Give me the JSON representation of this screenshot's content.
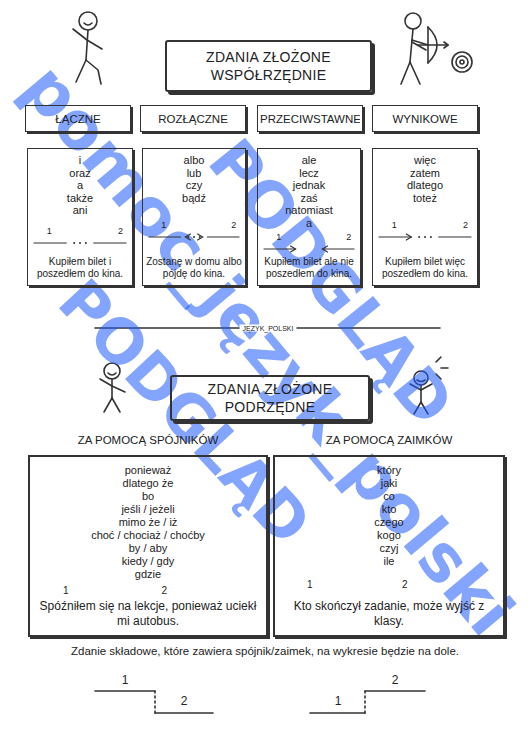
{
  "diagram": {
    "nodes": [
      {
        "text": [
          "ZDANIA ZŁOŻONE WSPÓŁRZĘDNIE"
        ]
      },
      {
        "text": [
          "ŁĄCZNE"
        ]
      },
      {
        "text": [
          "ROZŁĄCZNE"
        ]
      },
      {
        "text": [
          "PRZECIWSTAWNE"
        ]
      },
      {
        "text": [
          "WYNIKOWE"
        ]
      },
      {
        "text": [
          "i",
          "oraz",
          "a",
          "także",
          "ani",
          "1",
          "2",
          "Kupiłem bilet i poszedłem do kina."
        ]
      },
      {
        "text": [
          "albo",
          "lub",
          "czy",
          "bądź",
          "1",
          "2",
          "Zostanę w domu albo pójdę do kina."
        ]
      },
      {
        "text": [
          "ale",
          "lecz",
          "jednak",
          "zaś",
          "natomiast",
          "a",
          "1",
          "2",
          "Kupiłem bilet ale nie poszedłem do kina."
        ]
      },
      {
        "text": [
          "więc",
          "zatem",
          "dlatego",
          "toteż",
          "1",
          "2",
          "Kupiłem bilet więc poszedłem do kina."
        ]
      },
      {
        "text": [
          "ZDANIA ZŁOŻONE PODRZĘDNE"
        ]
      },
      {
        "text": [
          "ZA POMOCĄ SPÓJNIKÓW",
          "ponieważ",
          "dlatego że",
          "bo",
          "jeśli / jeżeli",
          "mimo że / iż",
          "choć / chociaż / choćby",
          "by / aby",
          "kiedy / gdy",
          "gdzie",
          "1",
          "2",
          "Spóźniłem się na lekcje, ponieważ uciekł mi autobus."
        ]
      },
      {
        "text": [
          "ZA POMOCĄ ZAIMKÓW",
          "który",
          "jaki",
          "co",
          "kto",
          "czego",
          "kogo",
          "czyj",
          "ile",
          "1",
          "2",
          "Kto skończył zadanie, może wyjść z klasy."
        ]
      }
    ],
    "labels": [
      "JĘZYK_POLSKI",
      "Zdanie składowe, które zawiera spójnik/zaimek, na wykresie będzie na dole.",
      "1",
      "2",
      "2",
      "1",
      "pomoc_język_polski",
      "PODGLĄD",
      "PODGLĄD"
    ]
  }
}
